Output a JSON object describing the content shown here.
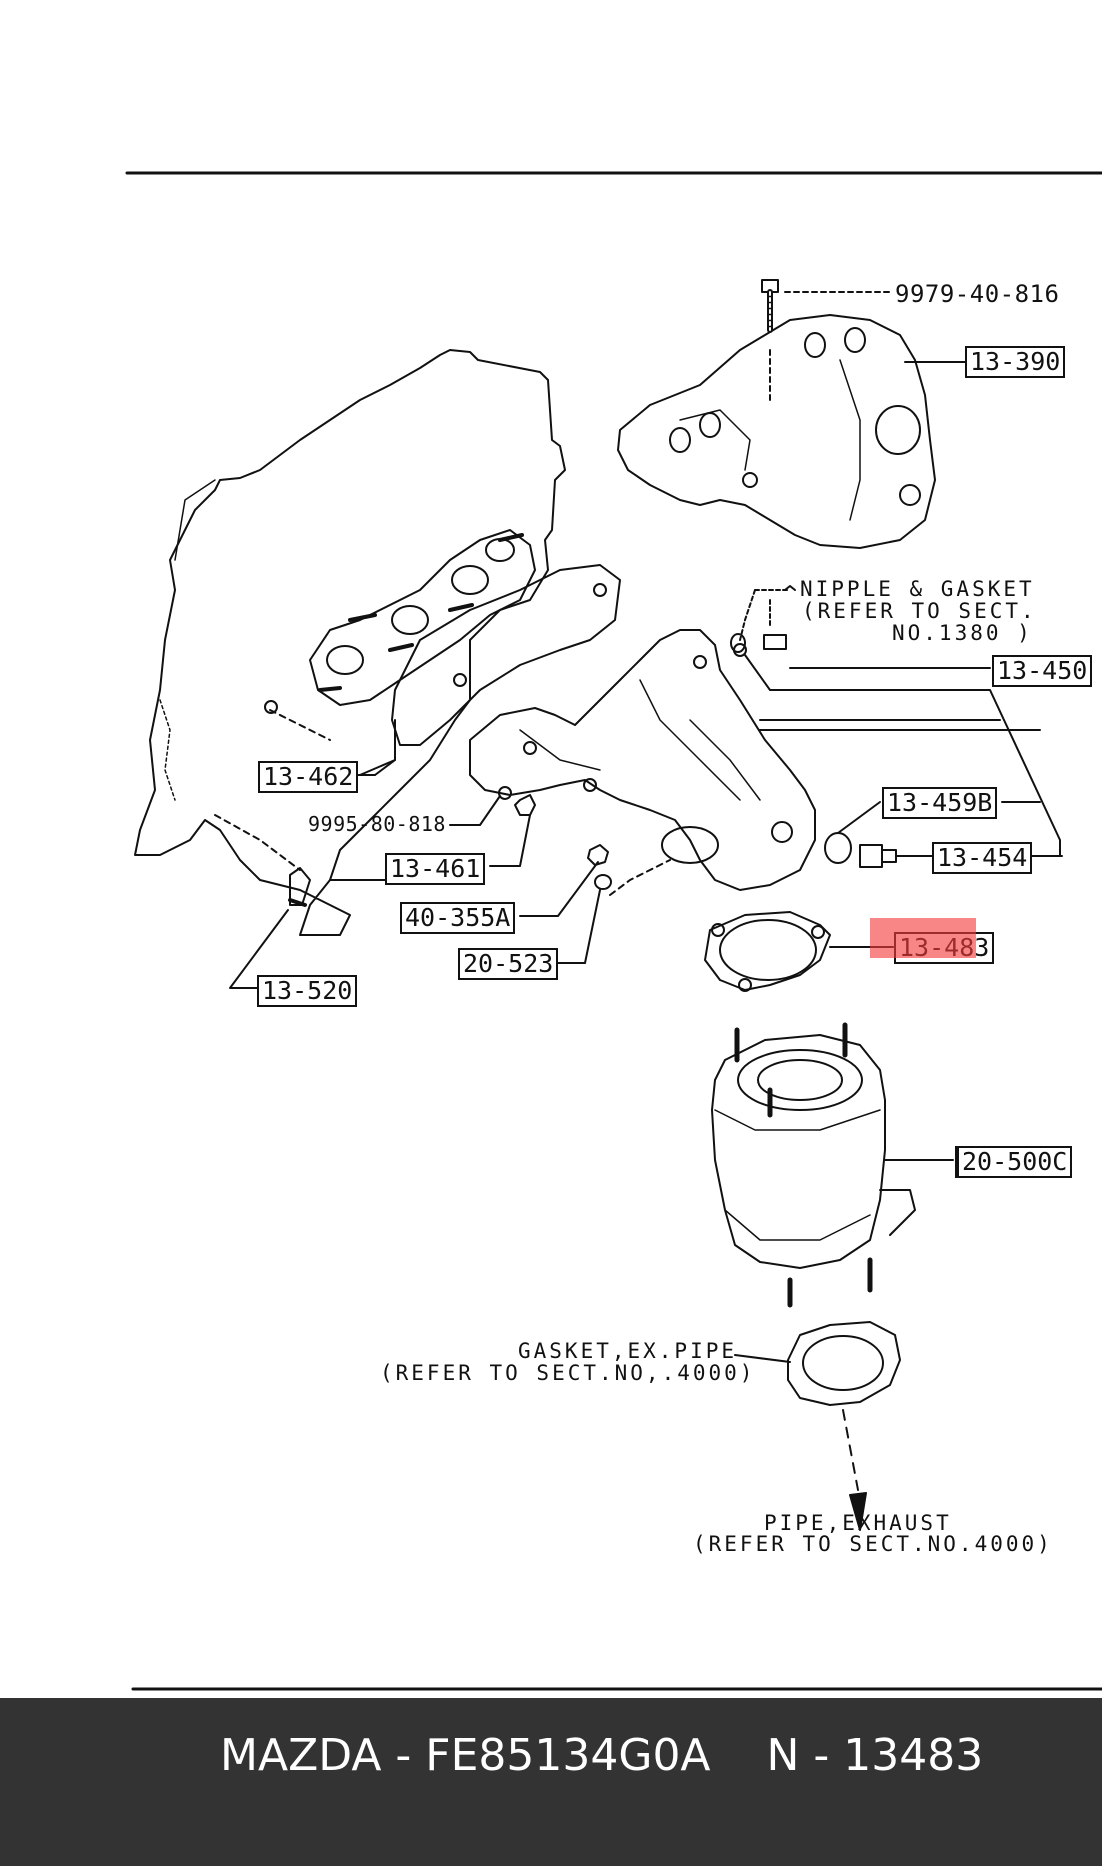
{
  "diagram": {
    "labels": {
      "bolt_9979_40_816": "9979-40-816",
      "part_13_390": "13-390",
      "nipple_note_1": "NIPPLE & GASKET",
      "nipple_note_2": "(REFER TO SECT.",
      "nipple_note_3": "NO.1380 )",
      "part_13_450": "13-450",
      "part_13_462": "13-462",
      "part_13_459b": "13-459B",
      "nut_9995_80_818": "9995-80-818",
      "part_13_454": "13-454",
      "part_13_461": "13-461",
      "part_40_355a": "40-355A",
      "part_13_483": "13-483",
      "part_20_523": "20-523",
      "part_13_520": "13-520",
      "part_20_500c": "20-500C",
      "gasket_note_1": "GASKET,EX.PIPE",
      "gasket_note_2": "(REFER TO SECT.NO,.4000)",
      "pipe_note_1": "PIPE,EXHAUST",
      "pipe_note_2": "(REFER TO SECT.NO.4000)"
    },
    "highlight_color": "#f53c3c"
  },
  "footer": {
    "title": "MAZDA - FE85134G0A    N - 13483",
    "background": "#333333"
  }
}
